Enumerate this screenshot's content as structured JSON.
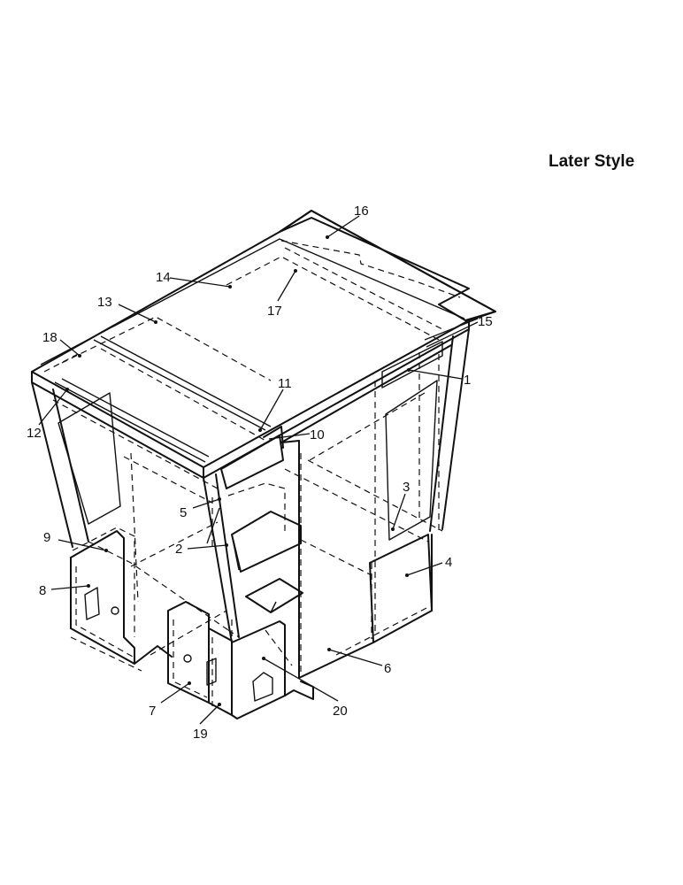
{
  "title": "Later Style",
  "callouts": {
    "c1": "1",
    "c2": "2",
    "c3": "3",
    "c4": "4",
    "c5": "5",
    "c6": "6",
    "c7": "7",
    "c8": "8",
    "c9": "9",
    "c10": "10",
    "c11": "11",
    "c12": "12",
    "c13": "13",
    "c14": "14",
    "c15": "15",
    "c16": "16",
    "c17": "17",
    "c18": "18",
    "c19": "19",
    "c20": "20"
  }
}
